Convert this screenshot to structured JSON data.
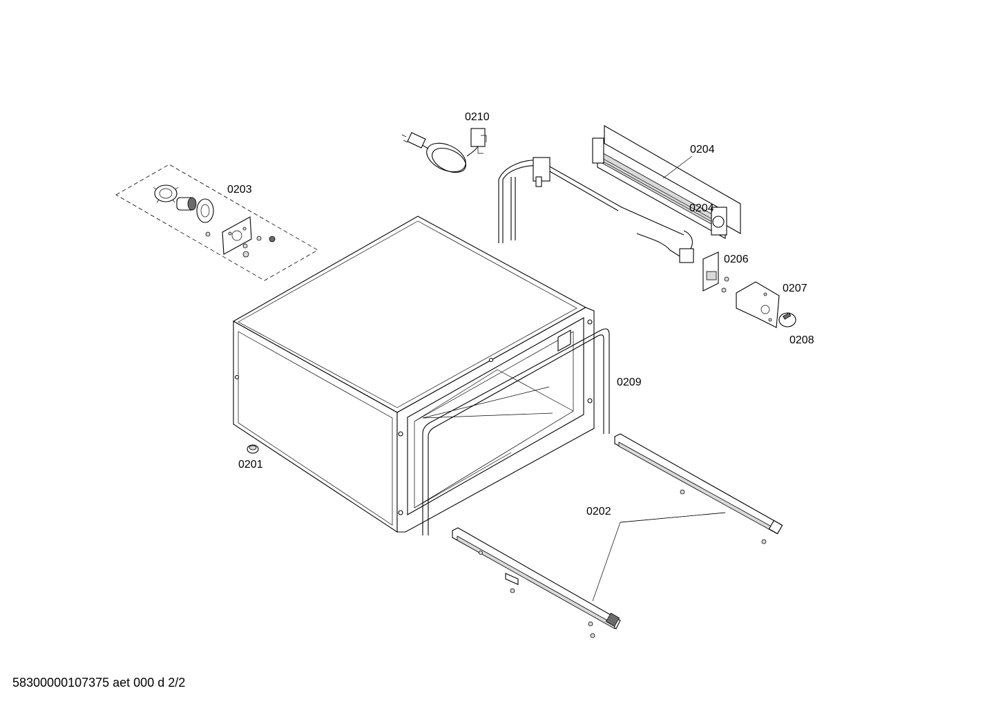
{
  "labels": {
    "p0201": "0201",
    "p0202": "0202",
    "p0203": "0203",
    "p0204": "0204",
    "p0204b": "0204",
    "p0206": "0206",
    "p0207": "0207",
    "p0208": "0208",
    "p0209": "0209",
    "p0210": "0210"
  },
  "footer": {
    "document_id": "58300000107375 aet 000 d 2/2"
  }
}
